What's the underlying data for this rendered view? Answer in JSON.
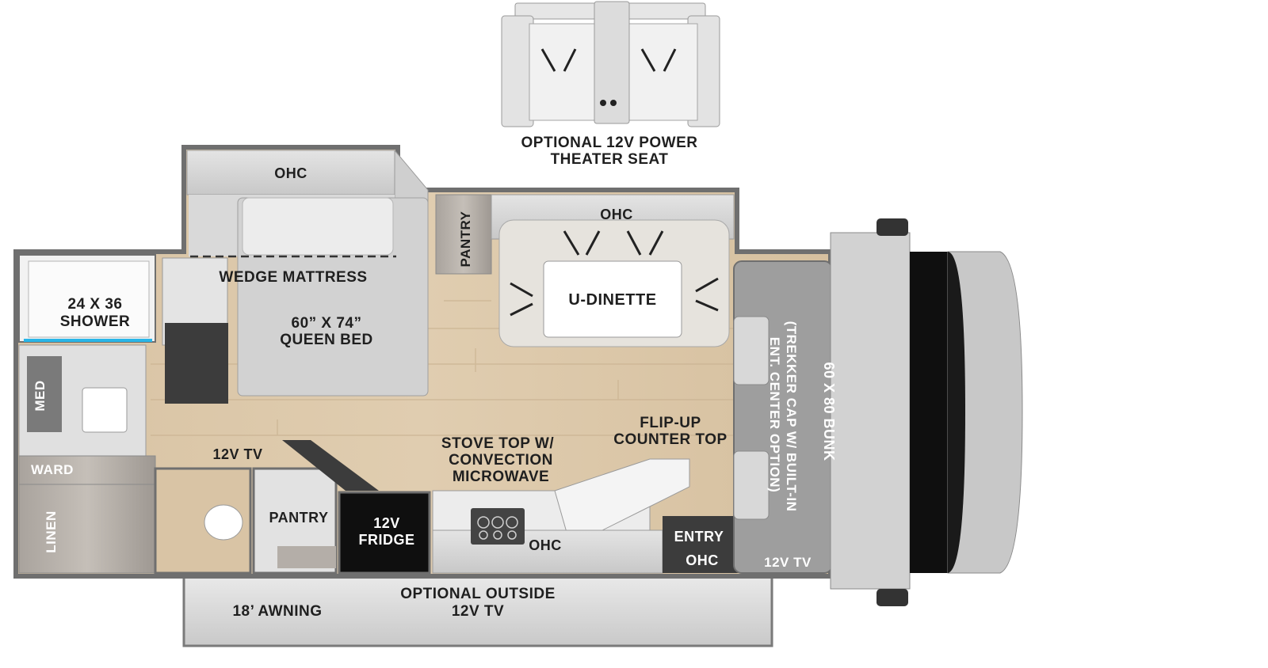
{
  "theater_seat": {
    "line1": "OPTIONAL 12V POWER",
    "line2": "THEATER SEAT"
  },
  "rooms": {
    "ohc_bedroom": "OHC",
    "ohc_dinette": "OHC",
    "ohc_galley": "OHC",
    "ohc_entry": "OHC",
    "pantry_top": "PANTRY",
    "pantry_bottom": "PANTRY",
    "u_dinette": "U-DINETTE",
    "wedge_mattress": "WEDGE MATTRESS",
    "bed_line1": "60” X 74”",
    "bed_line2": "QUEEN BED",
    "shower_line1": "24 X 36",
    "shower_line2": "SHOWER",
    "med": "MED",
    "ward": "WARD",
    "linen": "LINEN",
    "tv_bedroom": "12V TV",
    "stove_line1": "STOVE TOP W/",
    "stove_line2": "CONVECTION",
    "stove_line3": "MICROWAVE",
    "flip_line1": "FLIP-UP",
    "flip_line2": "COUNTER TOP",
    "fridge_line1": "12V",
    "fridge_line2": "FRIDGE",
    "entry": "ENTRY",
    "tv_cab": "12V TV",
    "bunk_line1": "60 X 80 BUNK",
    "bunk_line2": "(TREKKER CAP W/ BUILT-IN",
    "bunk_line3": "ENT. CENTER OPTION)",
    "awning": "18’ AWNING",
    "outside_tv_line1": "OPTIONAL OUTSIDE",
    "outside_tv_line2": "12V TV"
  },
  "colors": {
    "wall": "#6f6f6f",
    "floor": "#d9c4a5",
    "cabinet": "#d2d2d2",
    "text": "#1f1f1f"
  }
}
